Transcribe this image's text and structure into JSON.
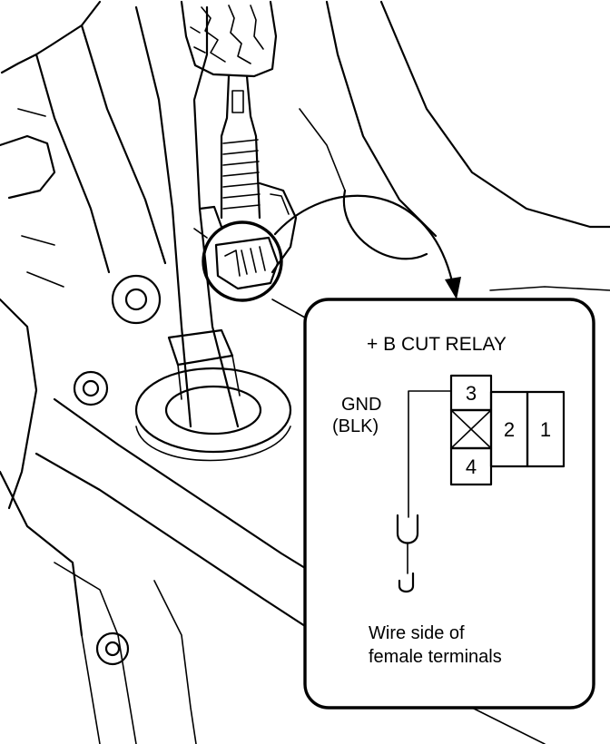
{
  "callout": {
    "title": "+ B CUT RELAY",
    "ground_label_line1": "GND",
    "ground_label_line2": "(BLK)",
    "pins": {
      "pin1": "1",
      "pin2": "2",
      "pin3": "3",
      "pin4": "4"
    },
    "note_line1": "Wire side of",
    "note_line2": "female terminals"
  },
  "colors": {
    "line": "#000000",
    "background": "#ffffff"
  }
}
